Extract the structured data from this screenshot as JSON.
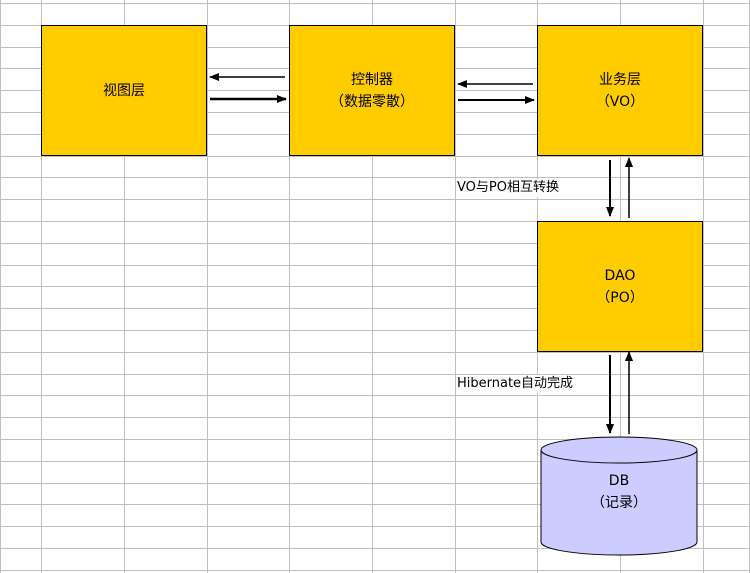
{
  "colors": {
    "box_fill": "#ffcc00",
    "db_fill": "#ccccff",
    "grid_line": "#c0c0c0",
    "arrow": "#000000"
  },
  "diagram": {
    "view_layer": {
      "label": "视图层"
    },
    "controller": {
      "line1": "控制器",
      "line2": "（数据零散）"
    },
    "service": {
      "line1": "业务层",
      "line2": "（VO）"
    },
    "dao": {
      "line1": "DAO",
      "line2": "（PO）"
    },
    "db": {
      "line1": "DB",
      "line2": "（记录）"
    },
    "edge_service_dao": {
      "label": "VO与PO相互转换"
    },
    "edge_dao_db": {
      "label": "Hibernate自动完成"
    }
  }
}
